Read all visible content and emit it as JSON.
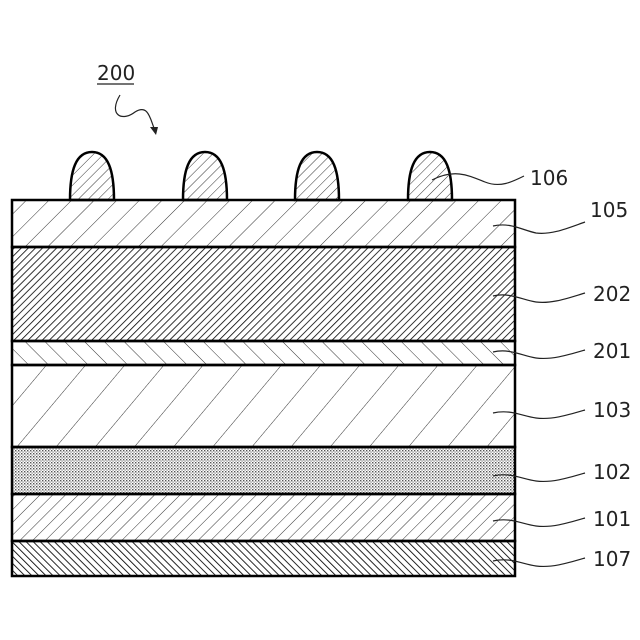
{
  "figure": {
    "assembly_label": "200",
    "layer_labels": [
      {
        "id": "106",
        "text": "106"
      },
      {
        "id": "105",
        "text": "105"
      },
      {
        "id": "202",
        "text": "202"
      },
      {
        "id": "201",
        "text": "201"
      },
      {
        "id": "103",
        "text": "103"
      },
      {
        "id": "102",
        "text": "102"
      },
      {
        "id": "101",
        "text": "101"
      },
      {
        "id": "107",
        "text": "107"
      }
    ]
  },
  "colors": {
    "line": "#000000",
    "text": "#222222",
    "background": "#ffffff"
  }
}
